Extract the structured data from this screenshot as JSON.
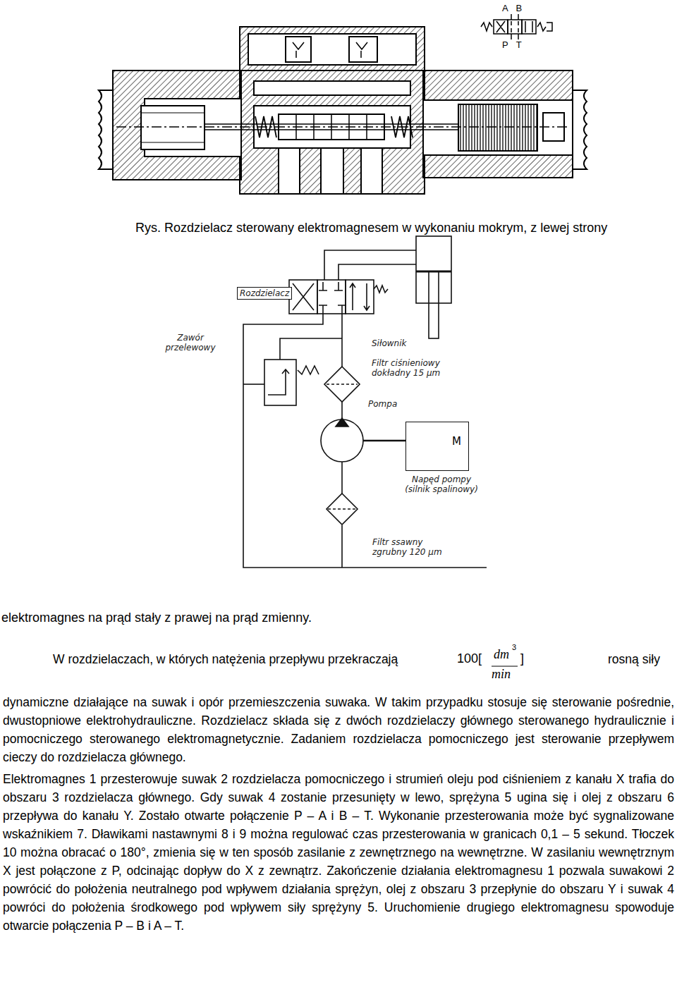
{
  "diagram": {
    "nodes": [
      {
        "text": [
          "Rozdzielacz"
        ]
      },
      {
        "text": [
          "M",
          "Napęd pompy (silnik spalinowy)"
        ]
      }
    ],
    "labels": [
      "A B",
      "P T",
      "Rys. Rozdzielacz sterowany elektromagnesem w wykonaniu mokrym, z lewej strony",
      "Zawór przelewowy",
      "Siłownik",
      "Filtr ciśnieniowy dokładny 15 μm",
      "Pompa",
      "Filtr ssawny zgrubny 120 μm",
      "elektromagnes na prąd stały z prawej na prąd zmienny.",
      "W rozdzielaczach, w których natężenia przepływu przekraczają",
      "100[",
      "dm",
      "3",
      "min",
      "]",
      "rosną siły",
      "dynamiczne działające na suwak i opór przemieszczenia suwaka. W takim przypadku stosuje się sterowanie pośrednie, dwustopniowe elektrohydrauliczne. Rozdzielacz składa się z dwóch rozdzielaczy głównego sterowanego hydraulicznie i pomocniczego sterowanego elektromagnetycznie. Zadaniem rozdzielacza pomocniczego jest sterowanie przepływem cieczy do rozdzielacza głównego.",
      "Elektromagnes 1 przesterowuje suwak 2 rozdzielacza pomocniczego i strumień oleju pod ciśnieniem z kanału X trafia do obszaru 3 rozdzielacza głównego. Gdy suwak 4 zostanie przesunięty w lewo, sprężyna 5 ugina się i olej z obszaru 6 przepływa do kanału Y. Zostało otwarte połączenie P – A i B – T. Wykonanie przesterowania może być sygnalizowane wskaźnikiem 7. Dławikami nastawnymi 8 i 9 można regulować czas przesterowania w granicach 0,1 – 5 sekund. Tłoczek 10 można obracać o 180°, zmienia się w ten sposób zasilanie z zewnętrznego na wewnętrzne. W zasilaniu wewnętrznym X jest połączone z P, odcinając dopływ do X z zewnątrz. Zakończenie działania elektromagnesu 1 pozwala suwakowi 2 powrócić do położenia neutralnego pod wpływem działania sprężyn, olej z obszaru 3 przepłynie do obszaru Y i suwak 4 powróci do położenia środkowego pod wpływem siły sprężyny 5. Uruchomienie drugiego elektromagnesu spowoduje otwarcie połączenia P – B i A – T."
    ]
  }
}
